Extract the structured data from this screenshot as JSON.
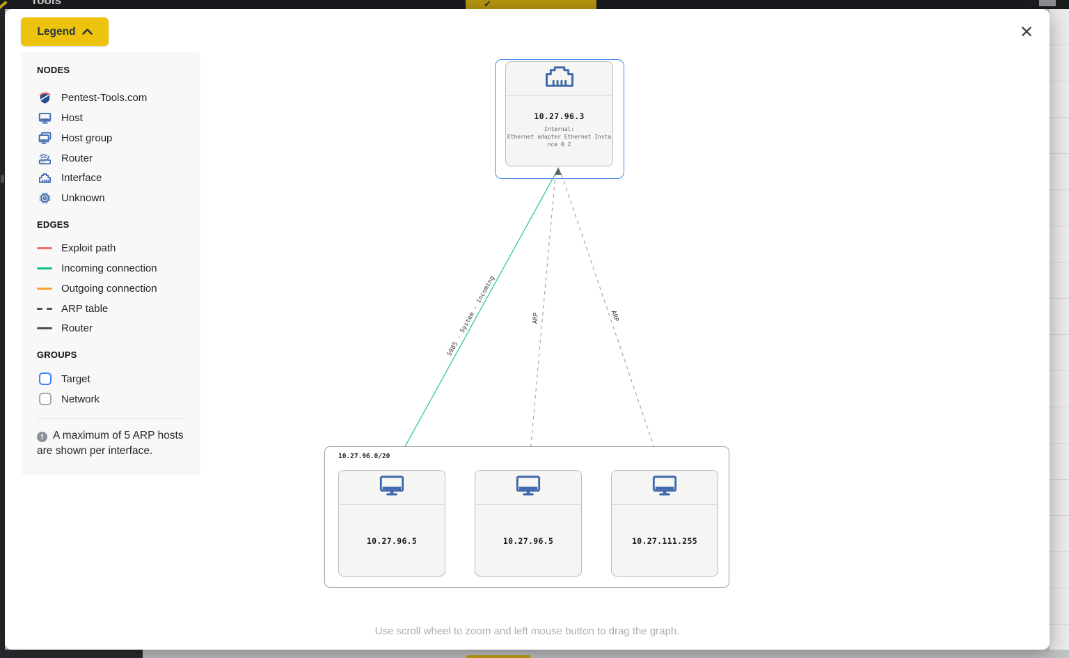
{
  "chrome": {
    "header_title": "Tools",
    "header_check_icon": "✓"
  },
  "modal": {
    "close_icon": "✕",
    "hint": "Use scroll wheel to zoom and left mouse button to drag the graph."
  },
  "legend": {
    "button_label": "Legend",
    "nodes_title": "NODES",
    "node_items": [
      {
        "label": "Pentest-Tools.com"
      },
      {
        "label": "Host"
      },
      {
        "label": "Host group"
      },
      {
        "label": "Router"
      },
      {
        "label": "Interface"
      },
      {
        "label": "Unknown"
      }
    ],
    "edges_title": "EDGES",
    "edge_items": [
      {
        "label": "Exploit path",
        "color": "#f26d6d",
        "style": "solid"
      },
      {
        "label": "Incoming connection",
        "color": "#0fbf7f",
        "style": "solid"
      },
      {
        "label": "Outgoing connection",
        "color": "#f6a42c",
        "style": "solid"
      },
      {
        "label": "ARP table",
        "color": "#4b5056",
        "style": "dashed"
      },
      {
        "label": "Router",
        "color": "#4b5056",
        "style": "solid"
      }
    ],
    "groups_title": "GROUPS",
    "group_items": [
      {
        "label": "Target",
        "color": "#3b82f6"
      },
      {
        "label": "Network",
        "color": "#a6aab0"
      }
    ],
    "note": "A maximum of 5 ARP hosts are shown per interface."
  },
  "graph": {
    "interface_node": {
      "ip": "10.27.96.3",
      "desc_line1": "Internal:",
      "desc_line2": "Ethernet adapter Ethernet Insta",
      "desc_line3": "nce 0 2"
    },
    "network_group": {
      "label": "10.27.96.0/20",
      "hosts": [
        {
          "ip": "10.27.96.5"
        },
        {
          "ip": "10.27.96.5"
        },
        {
          "ip": "10.27.111.255"
        }
      ]
    },
    "edge_labels": {
      "incoming": "5985 - System - incoming",
      "arp_mid": "ARP",
      "arp_right": "ARP"
    },
    "colors": {
      "incoming_line": "#3ecf90",
      "arp_line": "#9aa0a6",
      "arrow": "#5f6368",
      "target_border": "#4285f4",
      "node_icon": "#3e68ae"
    }
  }
}
